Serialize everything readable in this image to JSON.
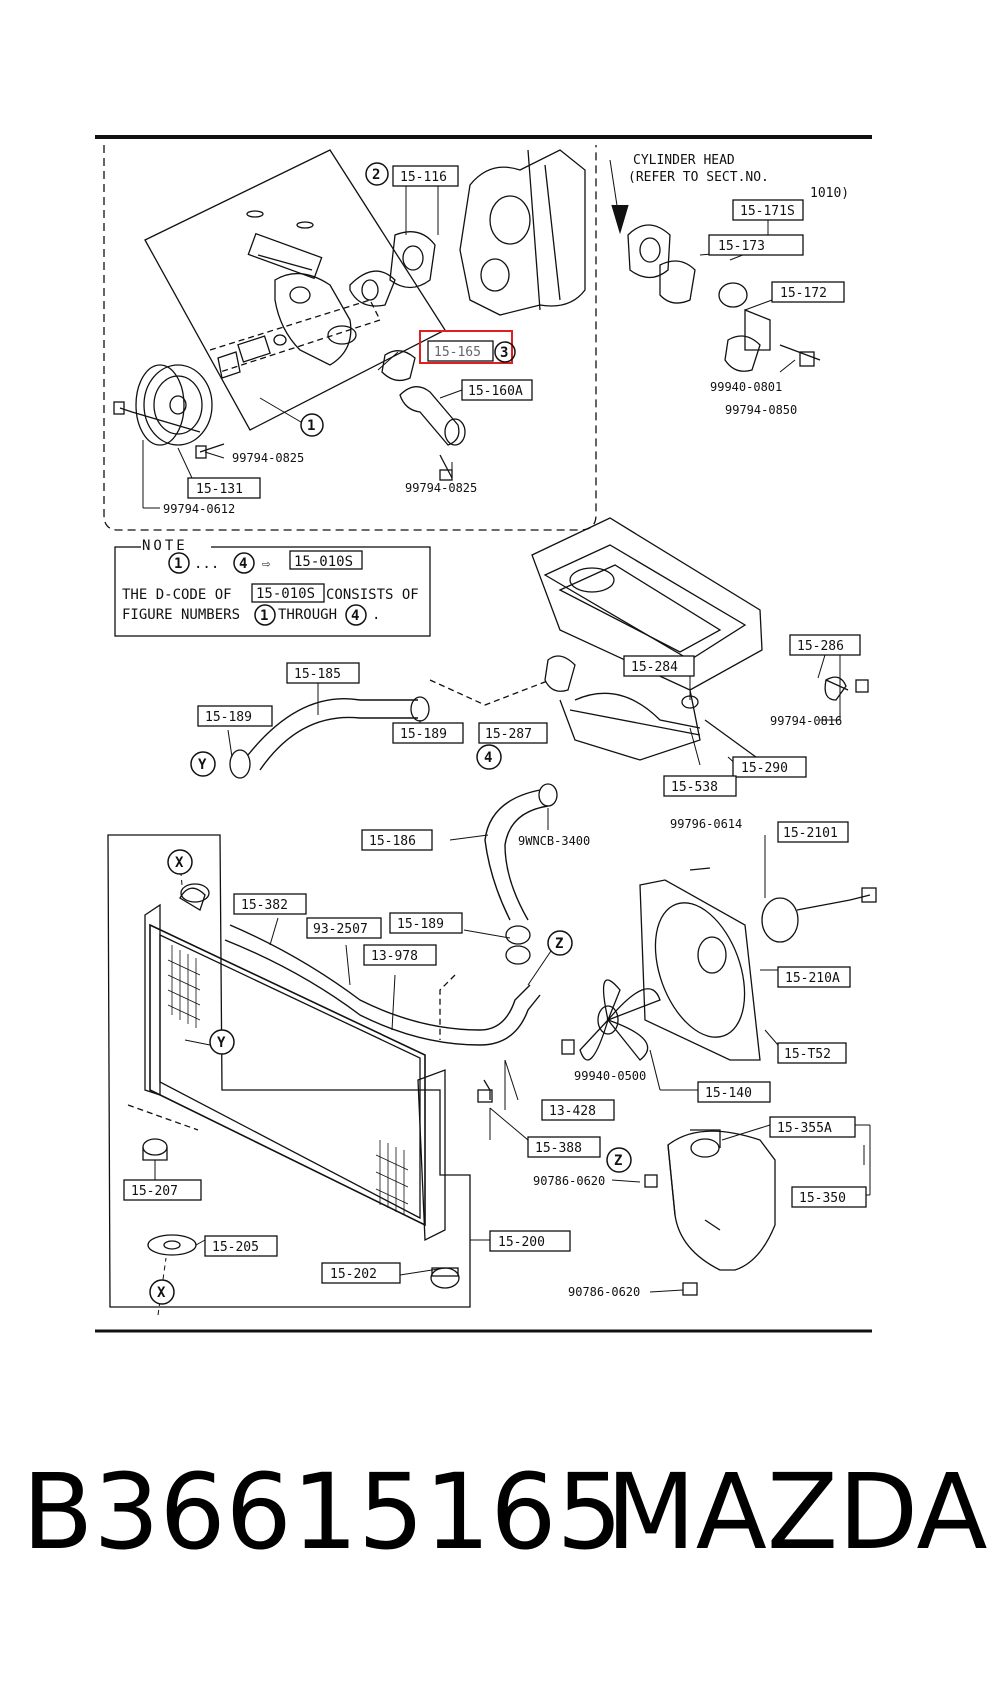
{
  "diagram": {
    "cylinder_head_note": {
      "line1": "CYLINDER HEAD",
      "line2": "(REFER TO SECT.NO.",
      "line3": "1010)"
    },
    "note": {
      "title": "NOTE",
      "line1_circ1": "1",
      "line1_mid": "...",
      "line1_circ4": "4",
      "line1_arrow": "⇨",
      "line1_code": "15-010S",
      "line2_a": "THE D-CODE OF",
      "line2_code": "15-010S",
      "line2_b": "CONSISTS OF",
      "line3_a": "FIGURE NUMBERS",
      "line3_circ1": "1",
      "line3_b": "THROUGH",
      "line3_circ4": "4",
      "line3_end": "."
    },
    "boxed_labels": [
      "15-116",
      "15-171S",
      "15-173",
      "15-172",
      "15-165",
      "15-160A",
      "15-131",
      "15-286",
      "15-284",
      "15-185",
      "15-189",
      "15-189",
      "15-287",
      "15-290",
      "15-538",
      "15-186",
      "15-2101",
      "15-382",
      "93-2507",
      "15-189",
      "13-978",
      "15-210A",
      "15-T52",
      "15-140",
      "13-428",
      "15-388",
      "15-355A",
      "15-350",
      "15-207",
      "15-205",
      "15-200",
      "15-202"
    ],
    "plain_labels": [
      "99794-0825",
      "99794-0825",
      "99794-0612",
      "99940-0801",
      "99794-0850",
      "99794-0816",
      "9WNCB-3400",
      "99796-0614",
      "99940-0500",
      "90786-0620",
      "90786-0620"
    ],
    "callouts": [
      "1",
      "2",
      "3",
      "4",
      "X",
      "Y",
      "Y",
      "Z",
      "Z",
      "X"
    ],
    "highlight_color": "#e02020"
  },
  "footer": {
    "part_number": "B36615165",
    "brand": "MAZDA"
  }
}
